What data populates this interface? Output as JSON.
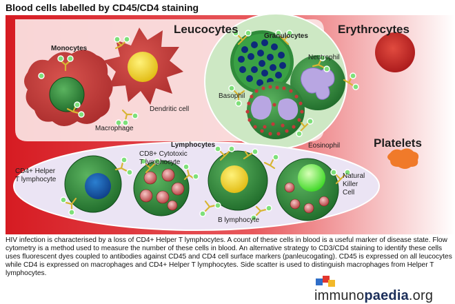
{
  "title": "Blood cells labelled by CD45/CD4 staining",
  "labels": {
    "leucocytes": "Leucocytes",
    "erythrocytes": "Erythrocytes",
    "granulocytes": "Granulocytes",
    "monocytes": "Monocytes",
    "neutrophil": "Neutrophil",
    "basophil": "Basophil",
    "dendritic_cell": "Dendritic cell",
    "macrophage": "Macrophage",
    "eosinophil": "Eosinophil",
    "lymphocytes": "Lymphocytes",
    "platelets": "Platelets",
    "cd8_line1": "CD8+ Cytotoxic",
    "cd8_line2": "T lymphocyte",
    "cd4_line1": "CD4+ Helper",
    "cd4_line2": "T lymphocyte",
    "nk_line1": "Natural",
    "nk_line2": "Killer",
    "nk_line3": "Cell",
    "b_lymphocyte": "B lymphocyte"
  },
  "caption": "HIV infection is characterised by a loss of CD4+ Helper T lymphocytes. A count of these cells in blood is a useful marker of disease state. Flow cytometry is a method used to measure the number of these cells in blood. An alternative strategy to CD3/CD4 staining to identify these cells uses fluorescent dyes coupled to antibodies against CD45 and CD4 cell surface markers (panleucogating). CD45 is expressed on all leucocytes while CD4 is expressed on macrophages and CD4+ Helper T lymphocytes. Side scatter is used to distinguish macrophages from Helper T lymphocytes.",
  "logo": {
    "part1": "immuno",
    "part2": "paedia",
    "part3": ".org"
  },
  "colors": {
    "background_red": "#d81c24",
    "leucocyte_panel": "#fbe3e3",
    "granulocyte_panel": "#cfe9c6",
    "lymphocyte_panel": "#e9e2f3",
    "cell_green": "#2f8c3a",
    "erythrocyte": "#c8261e",
    "platelet": "#f07a2a",
    "antibody_yellow": "#e3c24a",
    "fluor_green": "#7ee07a"
  }
}
